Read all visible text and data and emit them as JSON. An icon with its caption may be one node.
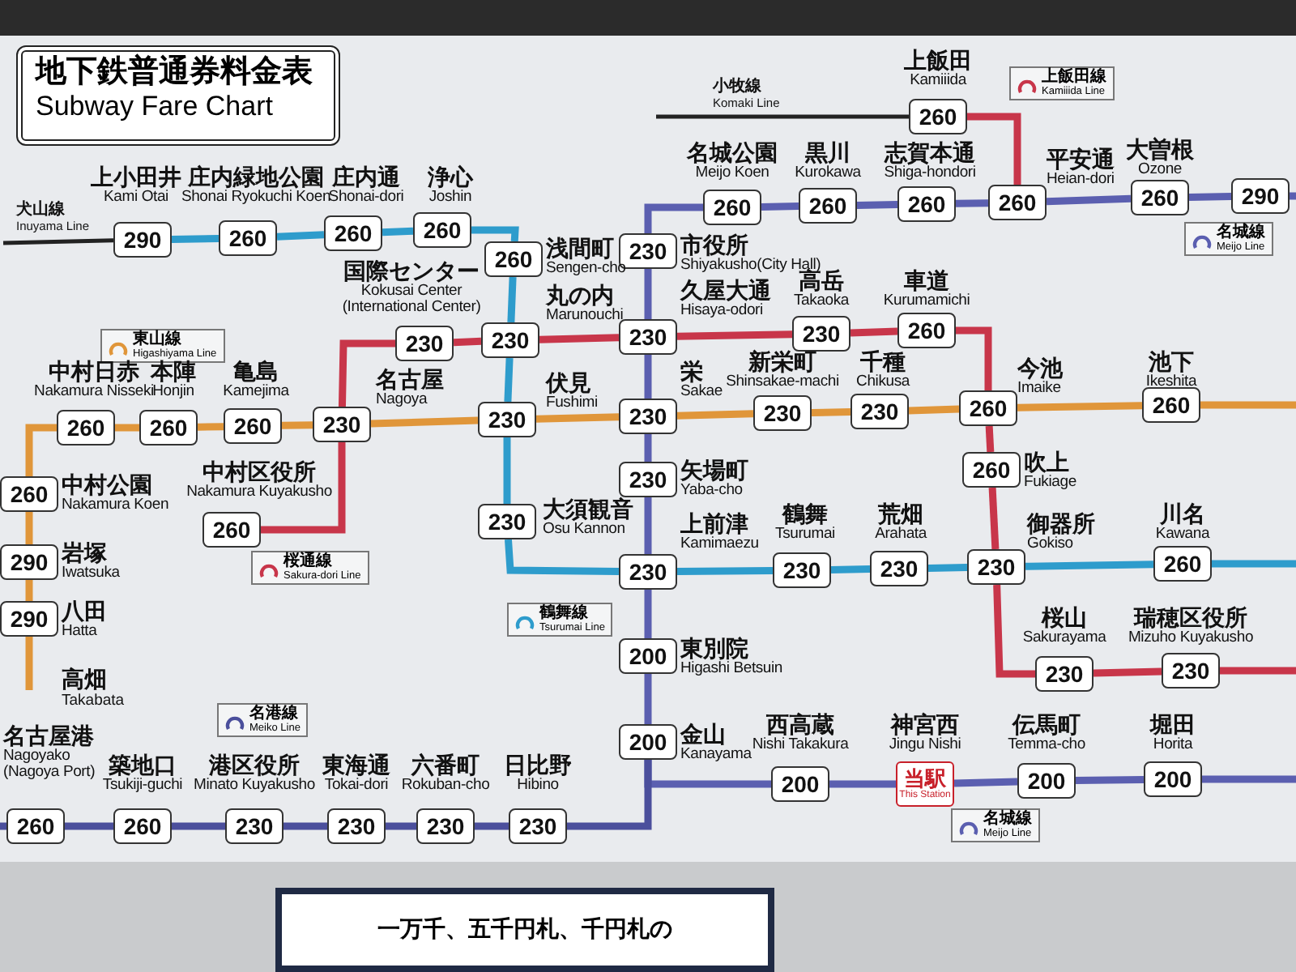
{
  "diagram": {
    "nodes": [
      {
        "text": [
          "地下鉄普通券料金表",
          "Subway Fare Chart"
        ]
      },
      {
        "text": [
          "290"
        ],
        "beside": [
          "上小田井",
          "Kami Otai"
        ]
      },
      {
        "text": [
          "260"
        ],
        "beside": [
          "庄内緑地公園",
          "Shonai Ryokuchi Koen"
        ]
      },
      {
        "text": [
          "260"
        ],
        "beside": [
          "庄内通",
          "Shonai-dori"
        ]
      },
      {
        "text": [
          "260"
        ],
        "beside": [
          "浄心",
          "Joshin"
        ]
      },
      {
        "text": [
          "260"
        ],
        "beside": [
          "浅間町",
          "Sengen-cho"
        ]
      },
      {
        "text": [
          "230"
        ],
        "beside": [
          "丸の内",
          "Marunouchi"
        ]
      },
      {
        "text": [
          "230"
        ],
        "beside": [
          "伏見",
          "Fushimi"
        ]
      },
      {
        "text": [
          "230"
        ],
        "beside": [
          "大須観音",
          "Osu Kannon"
        ]
      },
      {
        "text": [
          "230"
        ],
        "beside": [
          "上前津",
          "Kamimaezu"
        ]
      },
      {
        "text": [
          "230"
        ],
        "beside": [
          "鶴舞",
          "Tsurumai"
        ]
      },
      {
        "text": [
          "230"
        ],
        "beside": [
          "荒畑",
          "Arahata"
        ]
      },
      {
        "text": [
          "230"
        ],
        "beside": [
          "御器所",
          "Gokiso"
        ]
      },
      {
        "text": [
          "260"
        ],
        "beside": [
          "川名",
          "Kawana"
        ]
      },
      {
        "text": [
          "260"
        ],
        "beside": [
          "中村区役所",
          "Nakamura Kuyakusho"
        ]
      },
      {
        "text": [
          "230"
        ],
        "beside": [
          "名古屋",
          "Nagoya"
        ]
      },
      {
        "text": [
          "230"
        ],
        "beside": [
          "国際センター",
          "Kokusai Center",
          "(International Center)"
        ]
      },
      {
        "text": [
          "230"
        ],
        "beside": [
          "久屋大通",
          "Hisaya-odori"
        ]
      },
      {
        "text": [
          "230"
        ],
        "beside": [
          "高岳",
          "Takaoka"
        ]
      },
      {
        "text": [
          "260"
        ],
        "beside": [
          "車道",
          "Kurumamichi"
        ]
      },
      {
        "text": [
          "260"
        ],
        "beside": [
          "今池",
          "Imaike"
        ]
      },
      {
        "text": [
          "260"
        ],
        "beside": [
          "吹上",
          "Fukiage"
        ]
      },
      {
        "text": [
          "230"
        ],
        "beside": [
          "桜山",
          "Sakurayama"
        ]
      },
      {
        "text": [
          "230"
        ],
        "beside": [
          "瑞穂区役所",
          "Mizuho Kuyakusho"
        ]
      },
      {
        "text": [
          "260"
        ],
        "beside": [
          "中村公園",
          "Nakamura Koen"
        ]
      },
      {
        "text": [
          "290"
        ],
        "beside": [
          "岩塚",
          "Iwatsuka"
        ]
      },
      {
        "text": [
          "290"
        ],
        "beside": [
          "八田",
          "Hatta"
        ]
      },
      {
        "text": [
          "260"
        ],
        "beside": [
          "中村日赤",
          "Nakamura Nisseki"
        ]
      },
      {
        "text": [
          "260"
        ],
        "beside": [
          "本陣",
          "Honjin"
        ]
      },
      {
        "text": [
          "260"
        ],
        "beside": [
          "亀島",
          "Kamejima"
        ]
      },
      {
        "text": [
          "230"
        ],
        "beside": [
          "栄",
          "Sakae"
        ]
      },
      {
        "text": [
          "230"
        ],
        "beside": [
          "新栄町",
          "Shinsakae-machi"
        ]
      },
      {
        "text": [
          "230"
        ],
        "beside": [
          "千種",
          "Chikusa"
        ]
      },
      {
        "text": [
          "260"
        ],
        "beside": [
          "池下",
          "Ikeshita"
        ]
      },
      {
        "text": [
          "260"
        ],
        "beside": [
          "上飯田",
          "Kamiiida"
        ]
      },
      {
        "text": [
          "260"
        ],
        "beside": [
          "名城公園",
          "Meijo Koen"
        ]
      },
      {
        "text": [
          "260"
        ],
        "beside": [
          "黒川",
          "Kurokawa"
        ]
      },
      {
        "text": [
          "260"
        ],
        "beside": [
          "志賀本通",
          "Shiga-hondori"
        ]
      },
      {
        "text": [
          "260"
        ],
        "beside": [
          "平安通",
          "Heian-dori"
        ]
      },
      {
        "text": [
          "260"
        ],
        "beside": [
          "大曽根",
          "Ozone"
        ]
      },
      {
        "text": [
          "290"
        ]
      },
      {
        "text": [
          "230"
        ],
        "beside": [
          "市役所",
          "Shiyakusho(City Hall)"
        ]
      },
      {
        "text": [
          "230"
        ],
        "beside": [
          "矢場町",
          "Yaba-cho"
        ]
      },
      {
        "text": [
          "200"
        ],
        "beside": [
          "東別院",
          "Higashi Betsuin"
        ]
      },
      {
        "text": [
          "200"
        ],
        "beside": [
          "金山",
          "Kanayama"
        ]
      },
      {
        "text": [
          "200"
        ],
        "beside": [
          "西高蔵",
          "Nishi Takakura"
        ]
      },
      {
        "text": [
          "当駅",
          "This Station"
        ],
        "beside": [
          "神宮西",
          "Jingu Nishi"
        ]
      },
      {
        "text": [
          "200"
        ],
        "beside": [
          "伝馬町",
          "Temma-cho"
        ]
      },
      {
        "text": [
          "200"
        ],
        "beside": [
          "堀田",
          "Horita"
        ]
      },
      {
        "text": [
          "230"
        ],
        "beside": [
          "日比野",
          "Hibino"
        ]
      },
      {
        "text": [
          "230"
        ],
        "beside": [
          "六番町",
          "Rokuban-cho"
        ]
      },
      {
        "text": [
          "230"
        ],
        "beside": [
          "東海通",
          "Tokai-dori"
        ]
      },
      {
        "text": [
          "230"
        ],
        "beside": [
          "港区役所",
          "Minato Kuyakusho"
        ]
      },
      {
        "text": [
          "260"
        ],
        "beside": [
          "築地口",
          "Tsukiji-guchi"
        ]
      },
      {
        "text": [
          "260"
        ],
        "beside": [
          "名古屋港",
          "Nagoyako",
          "(Nagoya Port)"
        ]
      },
      {
        "text": [
          "東山線",
          "Higashiyama Line"
        ]
      },
      {
        "text": [
          "桜通線",
          "Sakura-dori Line"
        ]
      },
      {
        "text": [
          "鶴舞線",
          "Tsurumai Line"
        ]
      },
      {
        "text": [
          "名港線",
          "Meiko Line"
        ]
      },
      {
        "text": [
          "上飯田線",
          "Kamiiida Line"
        ]
      },
      {
        "text": [
          "名城線",
          "Meijo Line"
        ]
      },
      {
        "text": [
          "名城線",
          "Meijo Line"
        ]
      },
      {
        "text": [
          "一万千、五千円札、千円札の"
        ]
      }
    ],
    "edges": [
      {
        "from": null,
        "to": 1,
        "arrow": "none",
        "color": "#222222"
      },
      {
        "from": 1,
        "to": 2,
        "arrow": "none",
        "color": "#2e9ccc"
      },
      {
        "from": 2,
        "to": 3,
        "arrow": "none",
        "color": "#2e9ccc"
      },
      {
        "from": 3,
        "to": 4,
        "arrow": "none",
        "color": "#2e9ccc"
      },
      {
        "from": 4,
        "to": 5,
        "arrow": "none",
        "color": "#2e9ccc"
      },
      {
        "from": 5,
        "to": 6,
        "arrow": "none",
        "color": "#2e9ccc"
      },
      {
        "from": 6,
        "to": 7,
        "arrow": "none",
        "color": "#2e9ccc"
      },
      {
        "from": 7,
        "to": 8,
        "arrow": "none",
        "color": "#2e9ccc"
      },
      {
        "from": 8,
        "to": 9,
        "arrow": "none",
        "color": "#2e9ccc"
      },
      {
        "from": 9,
        "to": 10,
        "arrow": "none",
        "color": "#2e9ccc"
      },
      {
        "from": 10,
        "to": 11,
        "arrow": "none",
        "color": "#2e9ccc"
      },
      {
        "from": 11,
        "to": 12,
        "arrow": "none",
        "color": "#2e9ccc"
      },
      {
        "from": 12,
        "to": 13,
        "arrow": "none",
        "color": "#2e9ccc"
      },
      {
        "from": 13,
        "to": null,
        "arrow": "none",
        "color": "#2e9ccc"
      },
      {
        "from": 14,
        "to": 15,
        "arrow": "none",
        "color": "#c8364a"
      },
      {
        "from": 15,
        "to": 16,
        "arrow": "none",
        "color": "#c8364a"
      },
      {
        "from": 16,
        "to": 6,
        "arrow": "none",
        "color": "#c8364a"
      },
      {
        "from": 6,
        "to": 17,
        "arrow": "none",
        "color": "#c8364a"
      },
      {
        "from": 17,
        "to": 18,
        "arrow": "none",
        "color": "#c8364a"
      },
      {
        "from": 18,
        "to": 19,
        "arrow": "none",
        "color": "#c8364a"
      },
      {
        "from": 19,
        "to": 20,
        "arrow": "none",
        "color": "#c8364a"
      },
      {
        "from": 20,
        "to": 21,
        "arrow": "none",
        "color": "#c8364a"
      },
      {
        "from": 21,
        "to": 12,
        "arrow": "none",
        "color": "#c8364a"
      },
      {
        "from": 12,
        "to": 22,
        "arrow": "none",
        "color": "#c8364a"
      },
      {
        "from": 22,
        "to": 23,
        "arrow": "none",
        "color": "#c8364a"
      },
      {
        "from": 23,
        "to": null,
        "arrow": "none",
        "color": "#c8364a"
      },
      {
        "from": null,
        "to": 26,
        "arrow": "none",
        "color": "#e0963a"
      },
      {
        "from": 26,
        "to": 25,
        "arrow": "none",
        "color": "#e0963a"
      },
      {
        "from": 25,
        "to": 24,
        "arrow": "none",
        "color": "#e0963a"
      },
      {
        "from": 24,
        "to": 27,
        "arrow": "none",
        "color": "#e0963a"
      },
      {
        "from": 27,
        "to": 28,
        "arrow": "none",
        "color": "#e0963a"
      },
      {
        "from": 28,
        "to": 29,
        "arrow": "none",
        "color": "#e0963a"
      },
      {
        "from": 29,
        "to": 15,
        "arrow": "none",
        "color": "#e0963a"
      },
      {
        "from": 15,
        "to": 7,
        "arrow": "none",
        "color": "#e0963a"
      },
      {
        "from": 7,
        "to": 30,
        "arrow": "none",
        "color": "#e0963a"
      },
      {
        "from": 30,
        "to": 31,
        "arrow": "none",
        "color": "#e0963a"
      },
      {
        "from": 31,
        "to": 32,
        "arrow": "none",
        "color": "#e0963a"
      },
      {
        "from": 32,
        "to": 20,
        "arrow": "none",
        "color": "#e0963a"
      },
      {
        "from": 20,
        "to": 33,
        "arrow": "none",
        "color": "#e0963a"
      },
      {
        "from": 33,
        "to": null,
        "arrow": "none",
        "color": "#e0963a"
      },
      {
        "from": null,
        "to": 34,
        "arrow": "none",
        "color": "#222222"
      },
      {
        "from": 34,
        "to": 38,
        "arrow": "none",
        "color": "#c8364a"
      },
      {
        "from": 35,
        "to": 36,
        "arrow": "none",
        "color": "#5b5fb0"
      },
      {
        "from": 36,
        "to": 37,
        "arrow": "none",
        "color": "#5b5fb0"
      },
      {
        "from": 37,
        "to": 38,
        "arrow": "none",
        "color": "#5b5fb0"
      },
      {
        "from": 38,
        "to": 39,
        "arrow": "none",
        "color": "#5b5fb0"
      },
      {
        "from": 39,
        "to": 40,
        "arrow": "none",
        "color": "#5b5fb0"
      },
      {
        "from": 40,
        "to": null,
        "arrow": "none",
        "color": "#5b5fb0"
      },
      {
        "from": 35,
        "to": 41,
        "arrow": "none",
        "color": "#5b5fb0"
      },
      {
        "from": 41,
        "to": 17,
        "arrow": "none",
        "color": "#5b5fb0"
      },
      {
        "from": 17,
        "to": 30,
        "arrow": "none",
        "color": "#5b5fb0"
      },
      {
        "from": 30,
        "to": 42,
        "arrow": "none",
        "color": "#5b5fb0"
      },
      {
        "from": 42,
        "to": 9,
        "arrow": "none",
        "color": "#5b5fb0"
      },
      {
        "from": 9,
        "to": 43,
        "arrow": "none",
        "color": "#5b5fb0"
      },
      {
        "from": 43,
        "to": 44,
        "arrow": "none",
        "color": "#5b5fb0"
      },
      {
        "from": 44,
        "to": 45,
        "arrow": "none",
        "color": "#5b5fb0"
      },
      {
        "from": 45,
        "to": 46,
        "arrow": "none",
        "color": "#5b5fb0"
      },
      {
        "from": 46,
        "to": 47,
        "arrow": "none",
        "color": "#5b5fb0"
      },
      {
        "from": 47,
        "to": 48,
        "arrow": "none",
        "color": "#5b5fb0"
      },
      {
        "from": 48,
        "to": null,
        "arrow": "none",
        "color": "#5b5fb0"
      },
      {
        "from": 44,
        "to": 49,
        "arrow": "none",
        "color": "#4b4f9c"
      },
      {
        "from": 49,
        "to": 50,
        "arrow": "none",
        "color": "#4b4f9c"
      },
      {
        "from": 50,
        "to": 51,
        "arrow": "none",
        "color": "#4b4f9c"
      },
      {
        "from": 51,
        "to": 52,
        "arrow": "none",
        "color": "#4b4f9c"
      },
      {
        "from": 52,
        "to": 53,
        "arrow": "none",
        "color": "#4b4f9c"
      },
      {
        "from": 53,
        "to": 54,
        "arrow": "none",
        "color": "#4b4f9c"
      },
      {
        "from": 54,
        "to": null,
        "arrow": "none",
        "color": "#4b4f9c"
      }
    ],
    "labels": [
      "犬山線",
      "Inuyama Line",
      "小牧線",
      "Komaki Line",
      "高畑",
      "Takabata"
    ]
  }
}
